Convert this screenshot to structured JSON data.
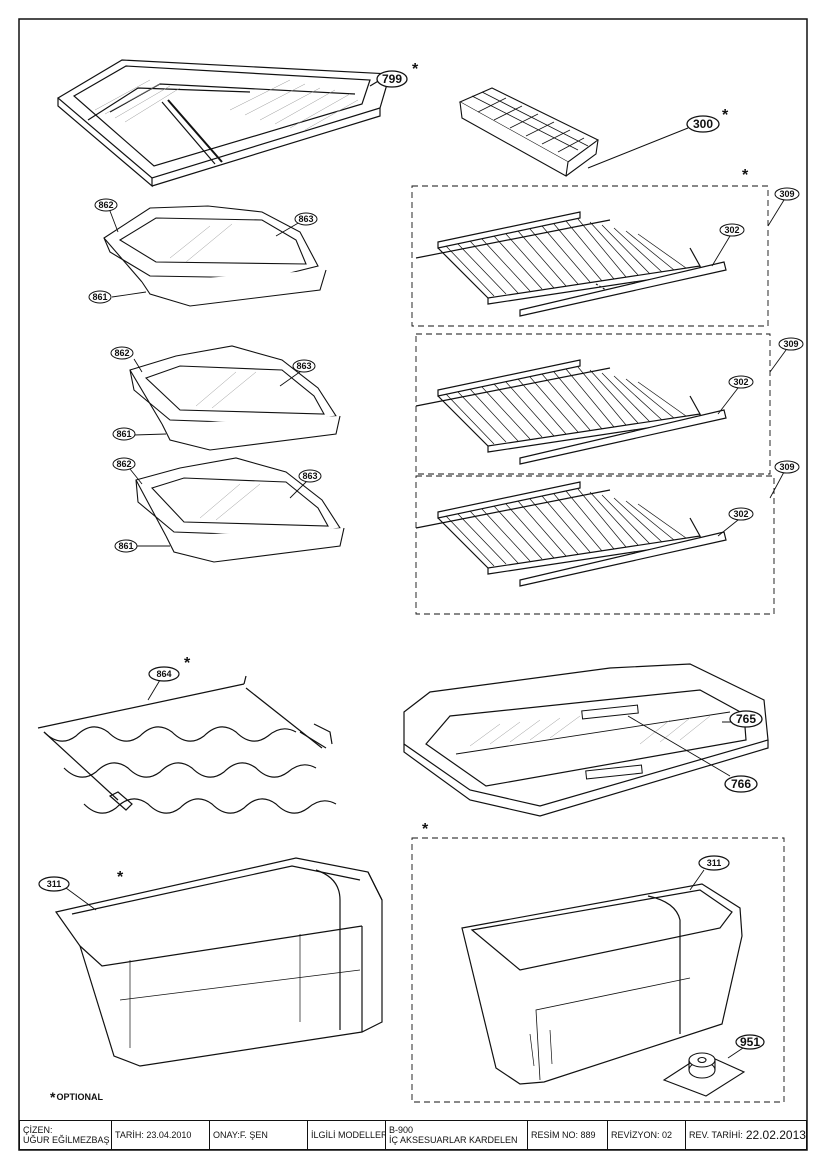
{
  "callouts": {
    "c799": "799",
    "c300": "300",
    "c862": "862",
    "c863": "863",
    "c861": "861",
    "c309": "309",
    "c302": "302",
    "c864": "864",
    "c765": "765",
    "c766": "766",
    "c311": "311",
    "c951": "951"
  },
  "asterisk": "*",
  "optional_label": "OPTIONAL",
  "title_block": {
    "cizen_label": "ÇİZEN:",
    "cizen_name": "UĞUR EĞİLMEZBAŞ",
    "tarih": "TARİH: 23.04.2010",
    "onay": "ONAY:F. ŞEN",
    "ilgili_label": "İLGİLİ MODELLER:",
    "model_line1": "B-900",
    "model_line2": "İÇ AKSESUARLAR KARDELEN",
    "resim_no": "RESİM NO: 889",
    "revizyon": "REVİZYON: 02",
    "rev_tarihi_label": "REV. TARİHİ:",
    "rev_tarihi_value": "22.02.2013"
  }
}
